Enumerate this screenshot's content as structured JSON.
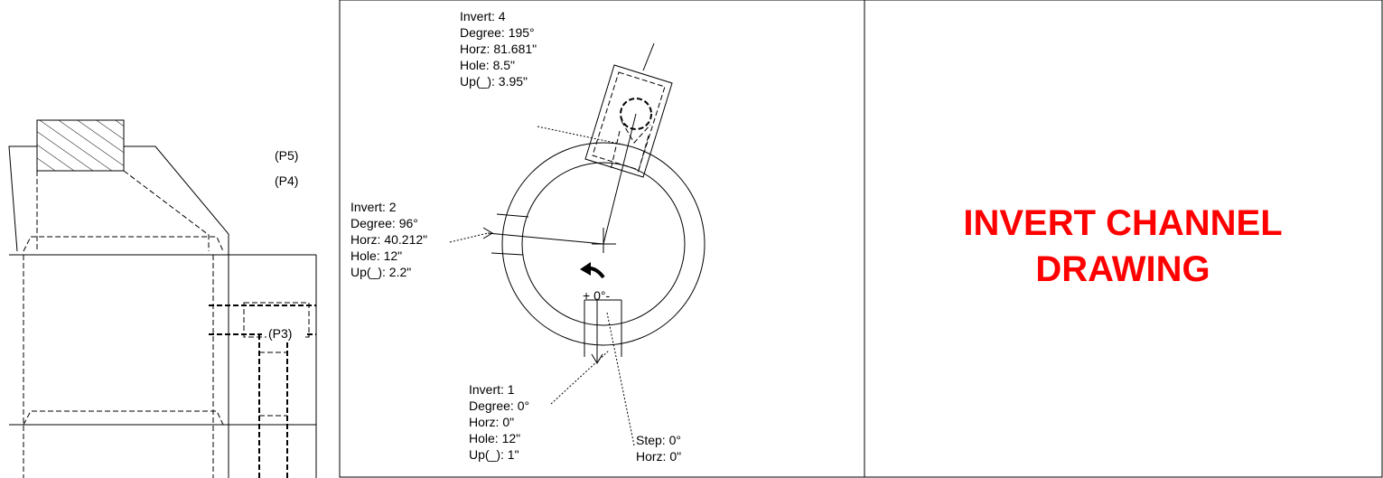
{
  "elevation": {
    "labels": [
      "(P5)",
      "(P4)",
      "(P3)"
    ]
  },
  "plan": {
    "invert4": [
      "Invert: 4",
      "Degree: 195°",
      "Horz: 81.681\"",
      "Hole: 8.5\"",
      "Up(_): 3.95\""
    ],
    "invert2": [
      "Invert: 2",
      "Degree: 96°",
      "Horz: 40.212\"",
      "Hole: 12\"",
      "Up(_): 2.2\""
    ],
    "invert1": [
      "Invert: 1",
      "Degree: 0°",
      "Horz: 0\"",
      "Hole: 12\"",
      "Up(_): 1\""
    ],
    "step": [
      "Step: 0°",
      "Horz: 0\""
    ],
    "zero_marker": "+ 0°-"
  },
  "title": {
    "line1": "INVERT CHANNEL",
    "line2": "DRAWING",
    "color": "#ff0000"
  }
}
